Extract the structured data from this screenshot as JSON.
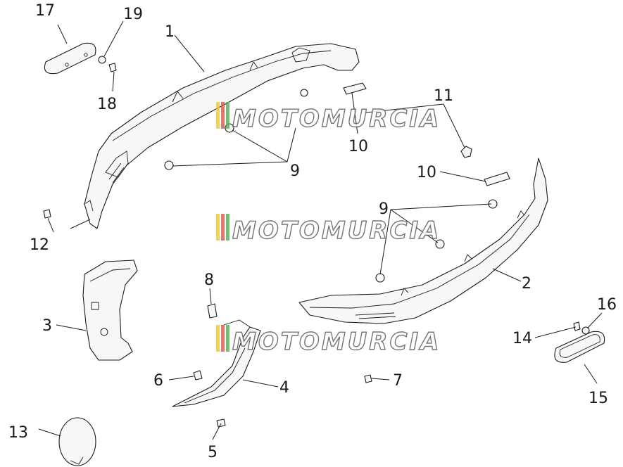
{
  "watermark": {
    "text": "MOTOMURCIA",
    "stripe_colors": [
      "#e8c532",
      "#d9534f",
      "#4caf50"
    ]
  },
  "callouts": {
    "c1": "1",
    "c2": "2",
    "c3": "3",
    "c4": "4",
    "c5": "5",
    "c6": "6",
    "c7": "7",
    "c8": "8",
    "c9a": "9",
    "c9b": "9",
    "c10a": "10",
    "c10b": "10",
    "c11": "11",
    "c12": "12",
    "c13": "13",
    "c14": "14",
    "c15": "15",
    "c16": "16",
    "c17": "17",
    "c18": "18",
    "c19": "19"
  }
}
